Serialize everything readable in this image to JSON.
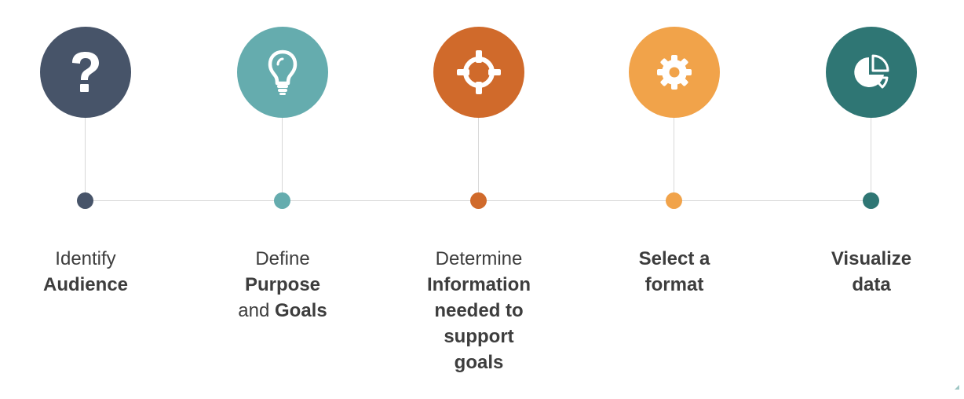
{
  "colors": {
    "step1": "#475469",
    "step2": "#65acae",
    "step3": "#d06a2b",
    "step4": "#f1a34a",
    "step5": "#2f7674",
    "line": "#d8d8d8",
    "text": "#3d3d3d"
  },
  "steps": [
    {
      "icon": "question-mark-icon",
      "line1_plain": "Identify",
      "line2_bold": "Audience"
    },
    {
      "icon": "lightbulb-icon",
      "line1_plain": "Define",
      "line2_bold": "Purpose",
      "line3_plain": "and ",
      "line3_bold": "Goals"
    },
    {
      "icon": "crosshair-icon",
      "line1_plain": "Determine",
      "line2_bold": "Information",
      "line3_bold": "needed to",
      "line4_bold": "support",
      "line5_bold": "goals"
    },
    {
      "icon": "gear-icon",
      "line1_bold": "Select a",
      "line2_bold": "format"
    },
    {
      "icon": "pie-chart-icon",
      "line1_bold": "Visualize",
      "line2_bold": "data"
    }
  ]
}
